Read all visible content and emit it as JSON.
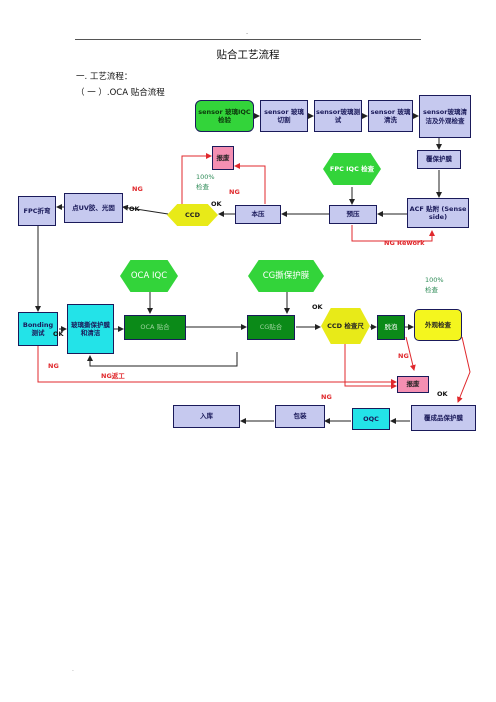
{
  "header": {
    "dot": "-"
  },
  "footer": {
    "dot": "."
  },
  "title": "贴合工艺流程",
  "section1": "一. 工艺流程：",
  "section2": "（ 一 ）.OCA 贴合流程",
  "nodes": {
    "sensor_iqc": "sensor 玻璃IQC检验",
    "sensor_cut": "sensor 玻璃切割",
    "sensor_test": "sensor玻璃测试",
    "sensor_clean": "sensor 玻璃清洗",
    "sensor_inspect": "sensor玻璃清洁及外观检查",
    "scrap1": "报废",
    "fpc_iqc": "FPC IQC 检查",
    "cover_film": "覆保护膜",
    "fpc_fold": "FPC折弯",
    "uv_glue": "点UV胶、光固",
    "ccd1": "CCD",
    "main_press": "本压",
    "pre_press": "预压",
    "acf": "ACF 贴附 (Sense side)",
    "oca_iqc": "OCA IQC",
    "cg_tear": "CG撕保护膜",
    "bonding": "Bonding测试",
    "glass_tear": "玻璃撕保护膜和清洁",
    "oca_bond": "OCA 贴合",
    "cg_bond": "CG贴合",
    "ccd2": "CCD 检查尺",
    "defoam": "脱泡",
    "visual": "外观检查",
    "scrap2": "报废",
    "finished_film": "覆成品保护膜",
    "oqc": "OQC",
    "pack": "包装",
    "store": "入库"
  },
  "labels": {
    "ng_a": "NG",
    "ng_b": "NG",
    "ok_a": "OK",
    "ok_b": "OK",
    "pct_a": "100%",
    "check_a": "检查",
    "ng_rework": "NG Rework",
    "pct_b": "100%",
    "check_b": "检查",
    "ok_c": "OK",
    "ok_d": "OK",
    "ng_c": "NG",
    "ng_d": "NG",
    "ng_rework2": "NG返工",
    "ng_e": "NG",
    "ok_e": "OK"
  },
  "colors": {
    "red_flow": "#e0282c",
    "black_flow": "#222222",
    "lavender": "#c6c9ef",
    "cyan": "#23e3e8",
    "green": "#33d43a",
    "dark_green": "#0b8a18",
    "pink": "#f48fb2",
    "yellow": "#f4f61e"
  }
}
